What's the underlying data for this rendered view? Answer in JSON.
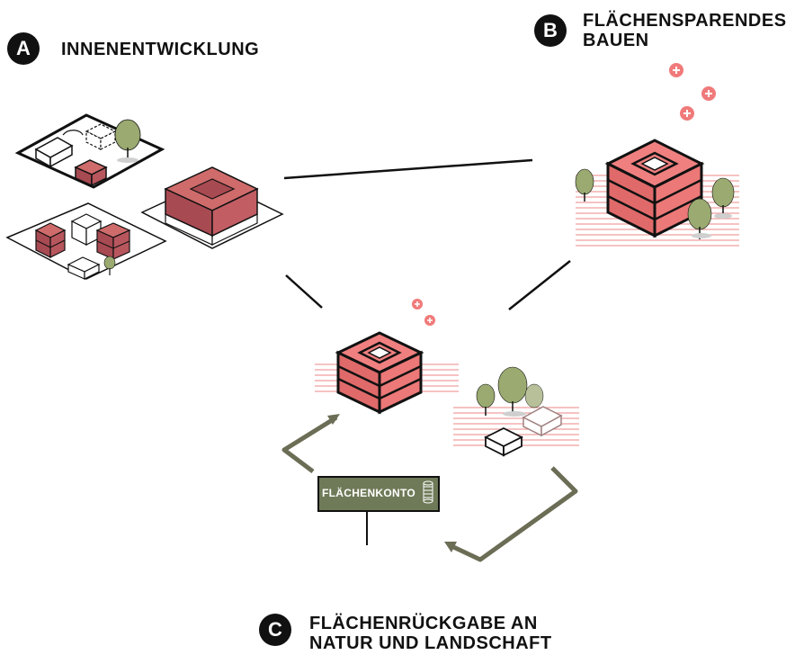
{
  "sections": {
    "a": {
      "letter": "A",
      "title": "INNENENTWICKLUNG"
    },
    "b": {
      "letter": "B",
      "title_line1": "FLÄCHENSPARENDES",
      "title_line2": "BAUEN"
    },
    "c": {
      "letter": "C",
      "title_line1": "FLÄCHENRÜCKGABE AN",
      "title_line2": "NATUR UND LANDSCHAFT"
    }
  },
  "sign": {
    "label": "FLÄCHENKONTO",
    "icon": "coin-stack-icon"
  },
  "colors": {
    "ink": "#111111",
    "building_dark": "#a84a52",
    "building_mid": "#cf6b6b",
    "building_light": "#f08080",
    "hatch": "#f09a9a",
    "tree": "#9aaa70",
    "arrow": "#6b6d55",
    "sign": "#6f7a58",
    "plus": "#f07a7a"
  }
}
